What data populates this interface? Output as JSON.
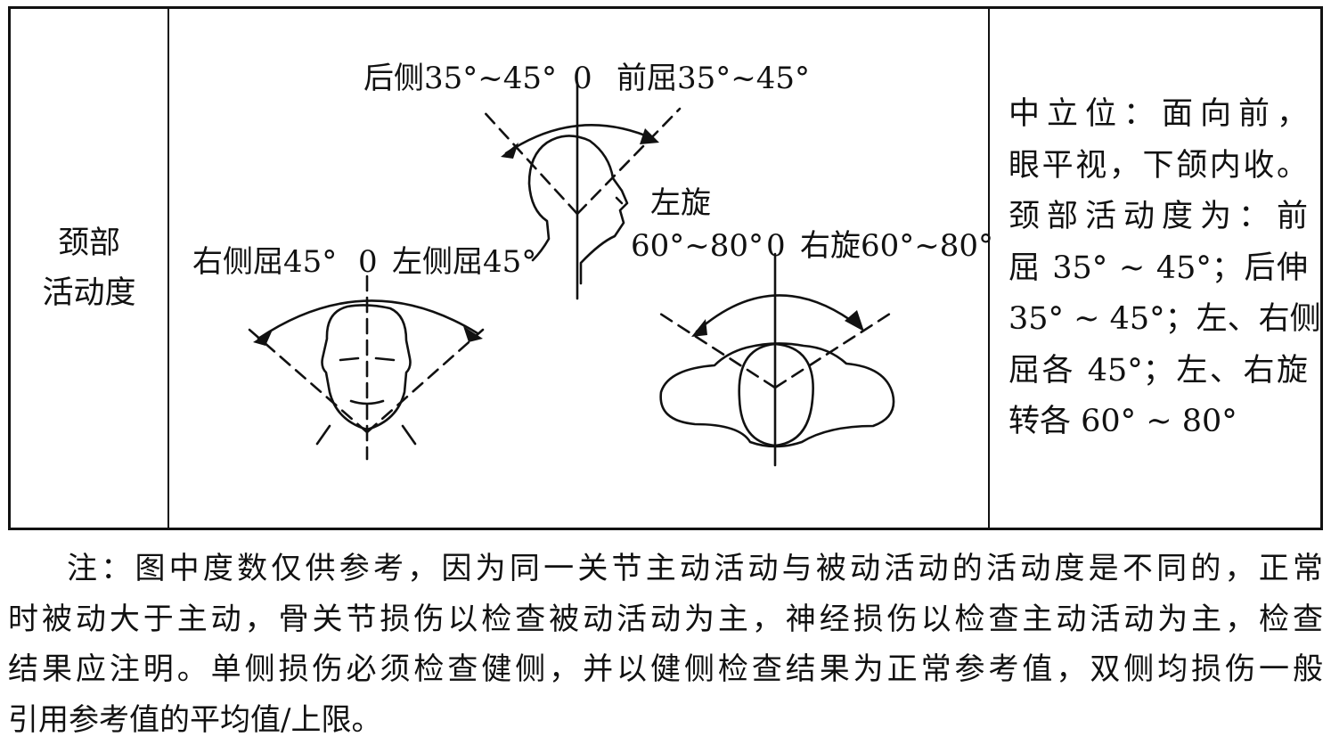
{
  "table": {
    "row_label": [
      "颈部",
      "活动度"
    ],
    "figure": {
      "flexion_extension": {
        "back": "后侧35°~45°",
        "zero": "0",
        "front": "前屈35°~45°"
      },
      "lateral_flexion": {
        "right": "右侧屈45°",
        "zero": "0",
        "left": "左侧屈45°"
      },
      "rotation": {
        "left_word": "左旋",
        "left_range": "60°~80°",
        "zero": "0",
        "right": "右旋60°~80°"
      }
    },
    "description_lines": [
      "中立位：面向前，",
      "眼平视，下颌内收。",
      "颈部活动度为：前",
      "屈 35° ~ 45°；后伸",
      "35° ~ 45°；左、右侧",
      "屈各 45°；左、右旋",
      "转各 60° ~ 80°"
    ]
  },
  "note_lines": [
    "注：图中度数仅供参考，因为同一关节主动活动与被动活动的活动度是不同的，正常",
    "时被动大于主动，骨关节损伤以检查被动活动为主，神经损伤以检查主动活动为主，检查",
    "结果应注明。单侧损伤必须检查健侧，并以健侧检查结果为正常参考值，双侧均损伤一般",
    "引用参考值的平均值/上限。"
  ]
}
